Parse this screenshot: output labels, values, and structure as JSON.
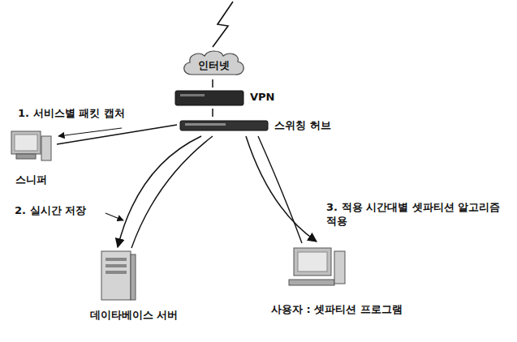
{
  "diagram": {
    "nodes": [
      {
        "text": [
          "인터넷"
        ]
      },
      {
        "text": [
          "VPN"
        ]
      },
      {
        "text": [
          "스위칭 허브"
        ]
      },
      {
        "text": [
          "스니퍼"
        ]
      },
      {
        "text": [
          "데이타베이스 서버"
        ]
      },
      {
        "text": [
          "사용자 : 셋파티션 프로그램"
        ]
      }
    ],
    "edges": [
      {
        "from": 0,
        "to": 1,
        "arrow": "none"
      },
      {
        "from": 1,
        "to": 2,
        "arrow": "none"
      },
      {
        "from": 2,
        "to": 3,
        "arrow": "none"
      },
      {
        "from": 2,
        "to": 4,
        "arrow": "to"
      },
      {
        "from": 2,
        "to": 5,
        "arrow": "to"
      }
    ],
    "labels": [
      "1. 서비스별 패킷 캡처",
      "2. 실시간 저장",
      "3. 적용 시간대별 셋파티션 알고리즘 적용"
    ]
  }
}
